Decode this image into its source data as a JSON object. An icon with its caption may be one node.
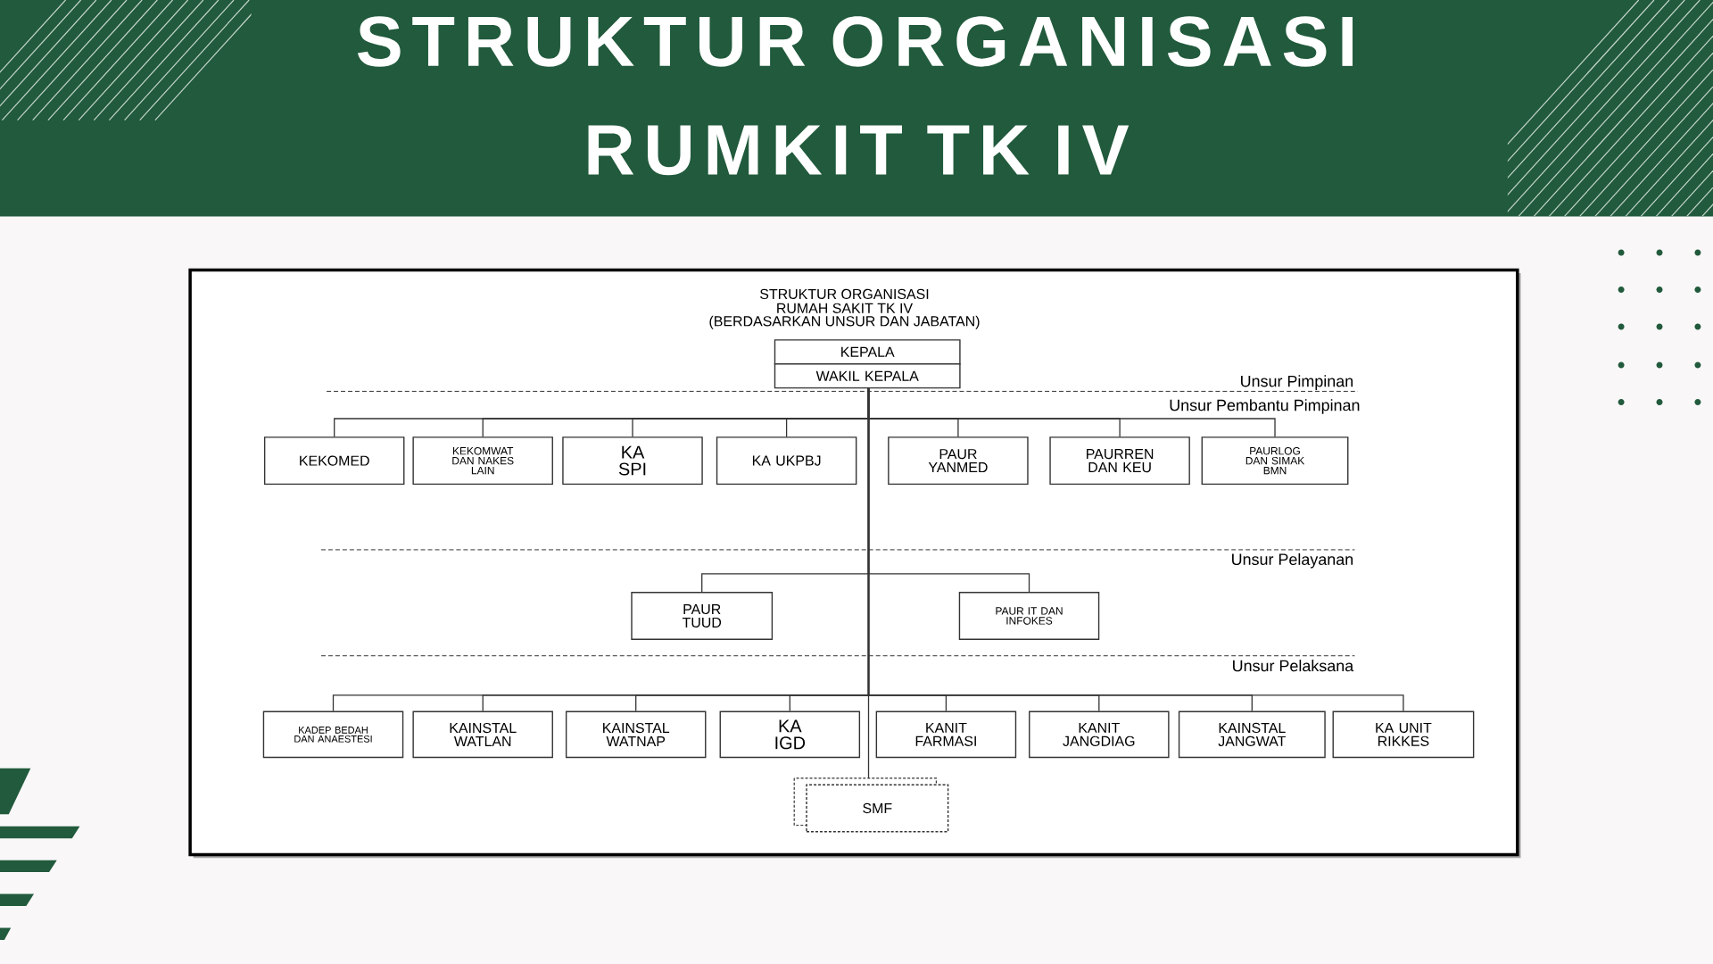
{
  "diagram": {
    "title": "STRUKTUR ORGANISASI RUMKIT TK IV",
    "nodes": [
      {
        "text": [
          "KEPALA"
        ]
      },
      {
        "text": [
          "WAKIL KEPALA"
        ]
      },
      {
        "text": [
          "KEKOMED"
        ]
      },
      {
        "text": [
          "KEKOMWAT DAN NAKES LAIN"
        ]
      },
      {
        "text": [
          "KA SPI"
        ]
      },
      {
        "text": [
          "KA UKPBJ"
        ]
      },
      {
        "text": [
          "PAUR YANMED"
        ]
      },
      {
        "text": [
          "PAURREN DAN KEU"
        ]
      },
      {
        "text": [
          "PAURLOG DAN SIMAK BMN"
        ]
      },
      {
        "text": [
          "PAUR TUUD"
        ]
      },
      {
        "text": [
          "PAUR IT DAN INFOKES"
        ]
      },
      {
        "text": [
          "KADEP BEDAH DAN ANAESTESI"
        ]
      },
      {
        "text": [
          "KAINSTAL WATLAN"
        ]
      },
      {
        "text": [
          "KAINSTAL WATNAP"
        ]
      },
      {
        "text": [
          "KA IGD"
        ]
      },
      {
        "text": [
          "KANIT FARMASI"
        ]
      },
      {
        "text": [
          "KANIT JANGDIAG"
        ]
      },
      {
        "text": [
          "KAINSTAL JANGWAT"
        ]
      },
      {
        "text": [
          "KA UNIT RIKKES"
        ]
      },
      {
        "text": [
          "SMF"
        ]
      }
    ],
    "edges": [
      {
        "from": 1,
        "to": 2,
        "arrow": "none"
      },
      {
        "from": 1,
        "to": 3,
        "arrow": "none"
      },
      {
        "from": 1,
        "to": 4,
        "arrow": "none"
      },
      {
        "from": 1,
        "to": 5,
        "arrow": "none"
      },
      {
        "from": 1,
        "to": 6,
        "arrow": "none"
      },
      {
        "from": 1,
        "to": 7,
        "arrow": "none"
      },
      {
        "from": 1,
        "to": 8,
        "arrow": "none"
      },
      {
        "from": 1,
        "to": 9,
        "arrow": "none"
      },
      {
        "from": 1,
        "to": 10,
        "arrow": "none"
      },
      {
        "from": 1,
        "to": 11,
        "arrow": "none"
      },
      {
        "from": 1,
        "to": 12,
        "arrow": "none"
      },
      {
        "from": 1,
        "to": 13,
        "arrow": "none"
      },
      {
        "from": 1,
        "to": 14,
        "arrow": "none"
      },
      {
        "from": 1,
        "to": 15,
        "arrow": "none"
      },
      {
        "from": 1,
        "to": 16,
        "arrow": "none"
      },
      {
        "from": 1,
        "to": 17,
        "arrow": "none"
      },
      {
        "from": 1,
        "to": 18,
        "arrow": "none"
      },
      {
        "from": 1,
        "to": 19,
        "arrow": "none"
      }
    ],
    "labels": [
      "STRUKTUR ORGANISASI",
      "RUMAH SAKIT TK IV",
      "(BERDASARKAN UNSUR DAN JABATAN)",
      "Unsur Pimpinan",
      "Unsur Pembantu Pimpinan",
      "Unsur Pelayanan",
      "Unsur Pelaksana"
    ]
  }
}
